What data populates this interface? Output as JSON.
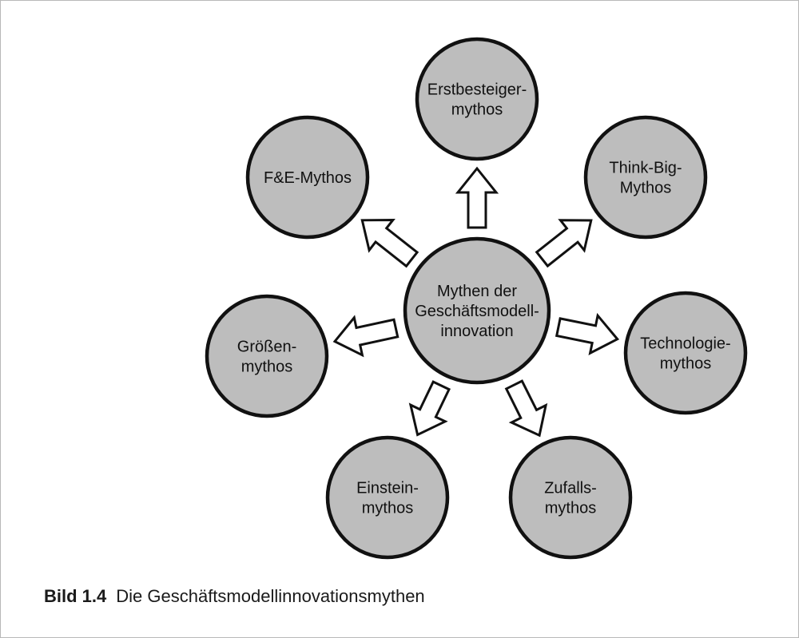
{
  "figure": {
    "center": {
      "id": "center",
      "lines": [
        "Mythen der",
        "Geschäftsmodell-",
        "innovation"
      ]
    },
    "myths": [
      {
        "id": "erstbesteiger",
        "lines": [
          "Erstbesteiger-",
          "mythos"
        ]
      },
      {
        "id": "think-big",
        "lines": [
          "Think-Big-",
          "Mythos"
        ]
      },
      {
        "id": "technologie",
        "lines": [
          "Technologie-",
          "mythos"
        ]
      },
      {
        "id": "zufalls",
        "lines": [
          "Zufalls-",
          "mythos"
        ]
      },
      {
        "id": "einstein",
        "lines": [
          "Einstein-",
          "mythos"
        ]
      },
      {
        "id": "groessen",
        "lines": [
          "Größen-",
          "mythos"
        ]
      },
      {
        "id": "fe",
        "lines": [
          "F&E-Mythos"
        ]
      }
    ],
    "colors": {
      "node_fill": "#bdbdbd",
      "stroke": "#111111",
      "arrow_fill": "#ffffff"
    }
  },
  "caption": {
    "number": "Bild 1.4",
    "text": "Die Geschäftsmodellinnovationsmythen"
  }
}
